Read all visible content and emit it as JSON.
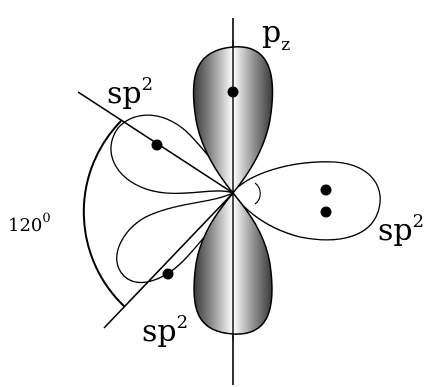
{
  "labels": {
    "pz_main": "p",
    "pz_sub": "z",
    "sp2_base": "sp",
    "sp2_sup": "2",
    "angle_main": "120",
    "angle_sup": "0"
  },
  "colors": {
    "ink": "#000000",
    "lobe_dark": "#4a4a4a",
    "lobe_light": "#ffffff",
    "background": "#ffffff"
  }
}
